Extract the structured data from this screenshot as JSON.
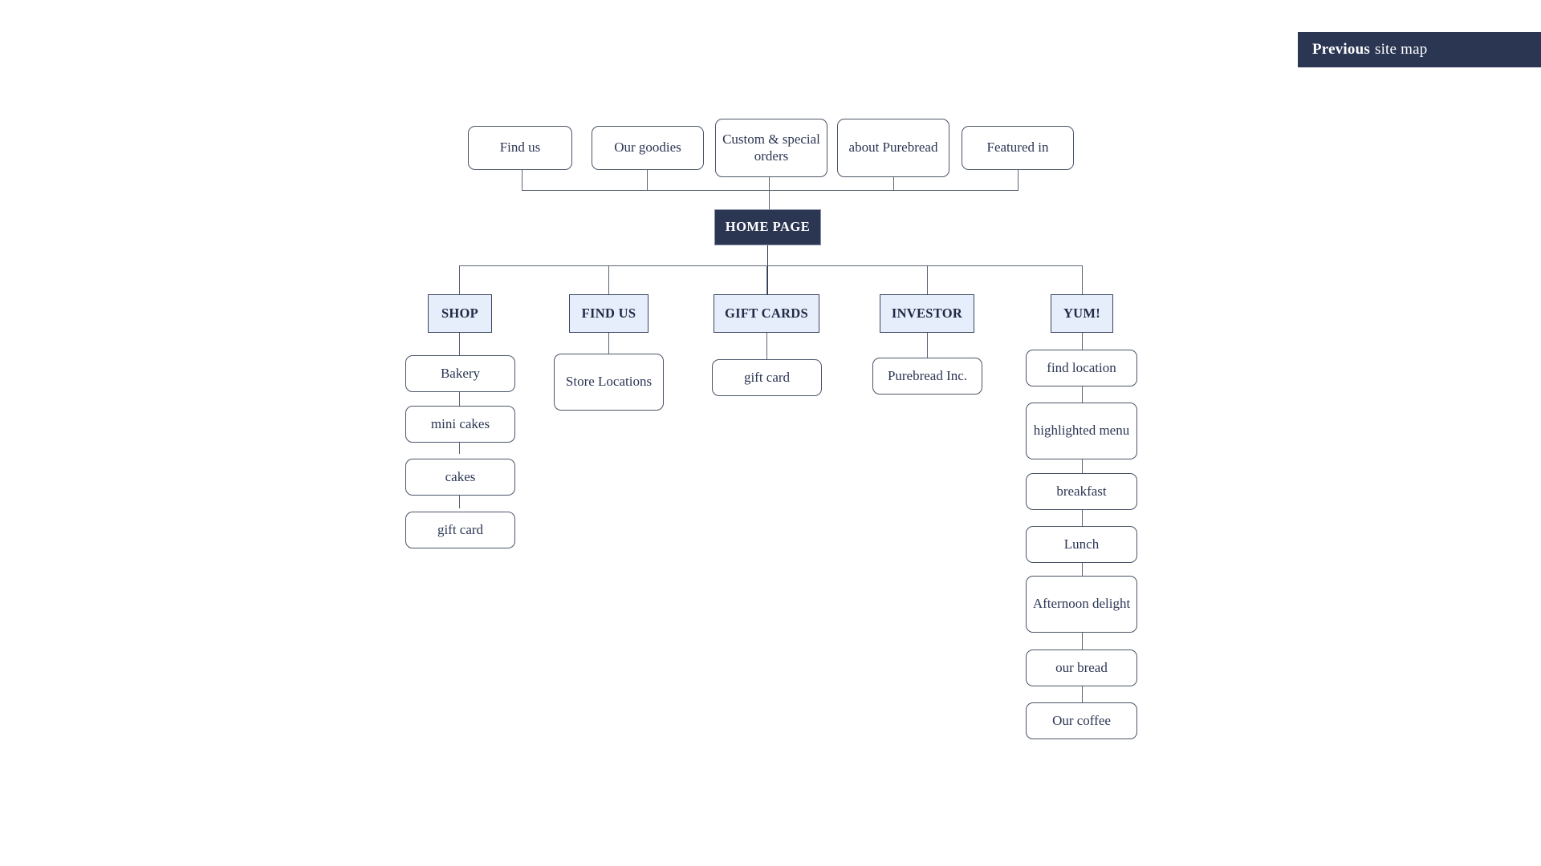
{
  "banner": {
    "bold_text": "Previous",
    "rest_text": "site map",
    "background_color": "#2b3653",
    "text_color": "#ffffff"
  },
  "colors": {
    "navy": "#2b3653",
    "section_fill": "#e6edfb",
    "border": "#4a5468",
    "connector": "#5c6575",
    "page_background": "#ffffff"
  },
  "diagram": {
    "type": "site-map-tree",
    "root": {
      "label": "HOME PAGE"
    },
    "top_row": [
      {
        "label": "Find us"
      },
      {
        "label": "Our goodies"
      },
      {
        "label": "Custom & special orders"
      },
      {
        "label": "about Purebread"
      },
      {
        "label": "Featured in"
      }
    ],
    "sections": [
      {
        "label": "SHOP",
        "children": [
          {
            "label": "Bakery"
          },
          {
            "label": "mini cakes"
          },
          {
            "label": "cakes"
          },
          {
            "label": "gift card"
          }
        ]
      },
      {
        "label": "FIND US",
        "children": [
          {
            "label": "Store Locations"
          }
        ]
      },
      {
        "label": "GIFT CARDS",
        "children": [
          {
            "label": "gift card"
          }
        ]
      },
      {
        "label": "INVESTOR",
        "children": [
          {
            "label": "Purebread Inc."
          }
        ]
      },
      {
        "label": "YUM!",
        "children": [
          {
            "label": "find location"
          },
          {
            "label": "highlighted menu"
          },
          {
            "label": "breakfast"
          },
          {
            "label": "Lunch"
          },
          {
            "label": "Afternoon delight"
          },
          {
            "label": "our bread"
          },
          {
            "label": "Our coffee"
          }
        ]
      }
    ]
  }
}
